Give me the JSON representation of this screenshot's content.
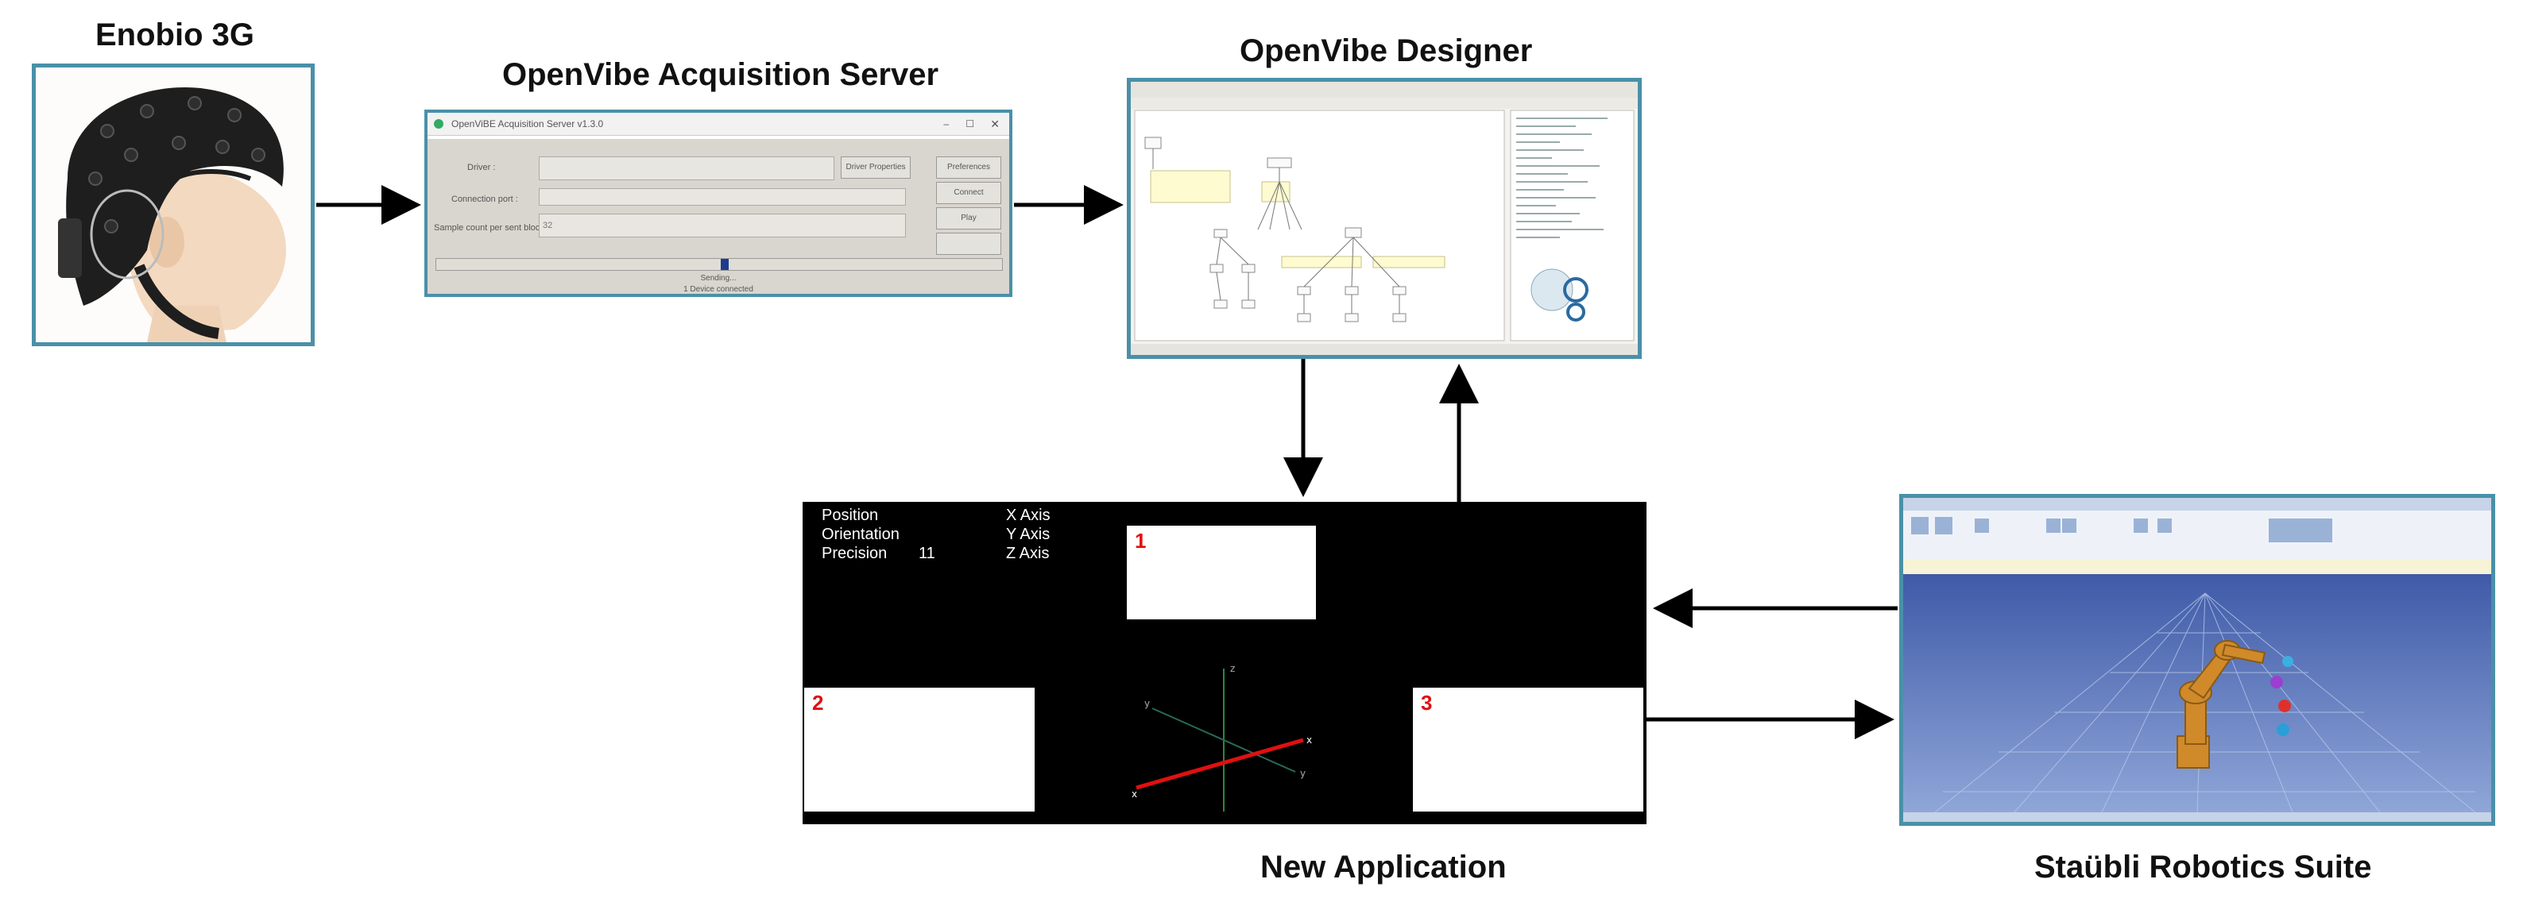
{
  "labels": {
    "enobio": "Enobio 3G",
    "acquisition": "OpenVibe Acquisition Server",
    "designer": "OpenVibe Designer",
    "new_app": "New Application",
    "staubli": "Staübli Robotics Suite"
  },
  "acquisition_window": {
    "title": "OpenViBE Acquisition Server v1.3.0",
    "driver_label": "Driver :",
    "connection_label": "Connection port :",
    "samples_label": "Sample count per sent block :",
    "samples_value": "32",
    "buttons": [
      "Driver Properties",
      "Preferences",
      "Connect",
      "Play"
    ],
    "status": "Sending...",
    "bottom_text": "1 Device connected"
  },
  "new_application": {
    "left_lines": [
      "Position",
      "Orientation",
      "Precision"
    ],
    "precision_value": "11",
    "axis_lines": [
      "X Axis",
      "Y Axis",
      "Z Axis"
    ],
    "boxes": [
      "1",
      "2",
      "3"
    ]
  },
  "colors": {
    "panel_border": "#4a90a8",
    "app_background": "#000000",
    "box_number": "#e01010"
  }
}
